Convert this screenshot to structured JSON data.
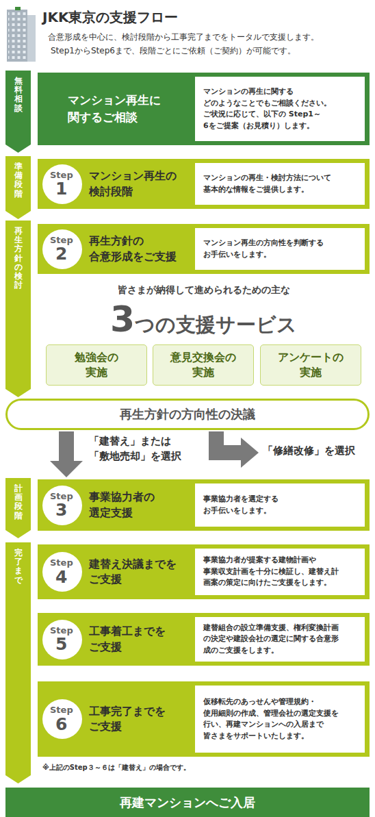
{
  "diagram": {
    "title": "JKK東京の支援フロー",
    "nodes": [
      {
        "text": [
          "無料相談"
        ]
      },
      {
        "text": [
          "マンション再生に 関するご相談",
          "マンションの再生に関する どのようなことでもご相談ください。 ご状況に応じて、以下の Step1～6をご提案（お見積り）します。"
        ]
      },
      {
        "text": [
          "準備段階"
        ]
      },
      {
        "text": [
          "Step",
          "1",
          "マンション再生の 検討段階",
          "マンションの再生・検討方法について 基本的な情報をご提供します。"
        ]
      },
      {
        "text": [
          "再生方針の検討"
        ]
      },
      {
        "text": [
          "Step",
          "2",
          "再生方針の 合意形成をご支援",
          "マンション再生の方向性を判断する お手伝いをします。"
        ]
      },
      {
        "text": [
          "勉強会の 実施"
        ]
      },
      {
        "text": [
          "意見交換会の 実施"
        ]
      },
      {
        "text": [
          "アンケートの 実施"
        ]
      },
      {
        "text": [
          "再生方針の方向性の決議"
        ]
      },
      {
        "text": [
          "計画段階"
        ]
      },
      {
        "text": [
          "Step",
          "3",
          "事業協力者の 選定支援",
          "事業協力者を選定する お手伝いをします。"
        ]
      },
      {
        "text": [
          "完了まで"
        ]
      },
      {
        "text": [
          "Step",
          "4",
          "建替え決議までを ご支援",
          "事業協力者が提案する建物計画や 事業収支計画を十分に検証し、建替え計 画案の策定に向けたご支援をします。"
        ]
      },
      {
        "text": [
          "Step",
          "5",
          "工事着工までを ご支援",
          "建替組合の設立準備支援、権利変換計画 の決定や建設会社の選定に関する合意形 成のご支援をします。"
        ]
      },
      {
        "text": [
          "Step",
          "6",
          "工事完了までを ご支援",
          "仮移転先のあっせんや管理規約・ 使用細則の作成、管理会社の選定支援を 行い、再建マンションへの入居まで 皆さまをサポートいたします。"
        ]
      },
      {
        "text": [
          "再建マンションへご入居"
        ]
      }
    ],
    "edges": [
      {
        "from": 9,
        "to": 11,
        "label": "「建替え」または 「敷地売却」を選択",
        "arrow": "to"
      }
    ],
    "labels": [
      "合意形成を中心に、検討段階から工事完了までをトータルで支援します。",
      "Step1からStep6まで、段階ごとにご依頼（ご契約）が可能です。",
      "皆さまが納得して進められるための主な",
      "3",
      "つの支援サービス",
      "「修繕改修」を選択",
      "※上記のStep３～６は「建替え」の場合です。"
    ]
  }
}
